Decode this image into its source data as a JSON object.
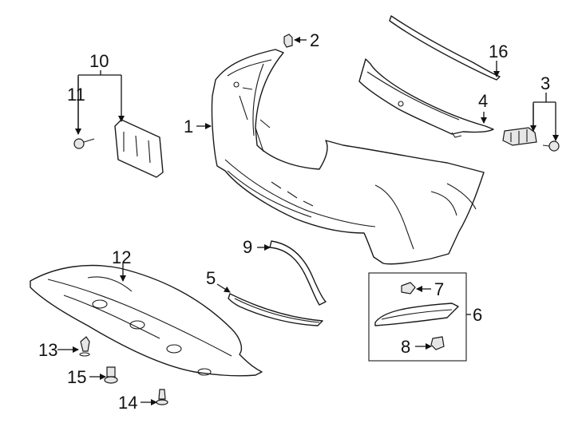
{
  "callouts": {
    "c1": "1",
    "c2": "2",
    "c3": "3",
    "c4": "4",
    "c5": "5",
    "c6": "6",
    "c7": "7",
    "c8": "8",
    "c9": "9",
    "c10": "10",
    "c11": "11",
    "c12": "12",
    "c13": "13",
    "c14": "14",
    "c15": "15",
    "c16": "16"
  },
  "colors": {
    "line": "#1a1a1a",
    "fill": "#ffffff",
    "shade": "#e6e6e6"
  }
}
